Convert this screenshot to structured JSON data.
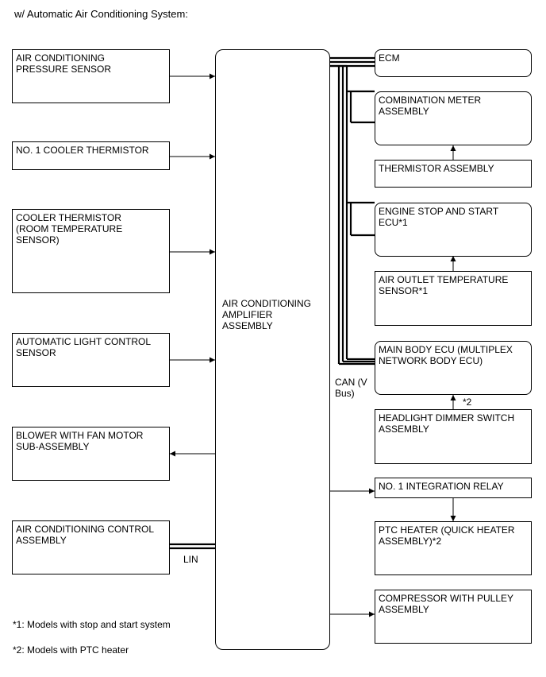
{
  "title": "w/ Automatic Air Conditioning System:",
  "center": {
    "label": "AIR CONDITIONING\nAMPLIFIER\nASSEMBLY"
  },
  "left_boxes": [
    {
      "id": "pressure-sensor",
      "label": "AIR CONDITIONING\nPRESSURE SENSOR"
    },
    {
      "id": "cooler-thermistor-1",
      "label": "NO. 1 COOLER THERMISTOR"
    },
    {
      "id": "room-temp-sensor",
      "label": "COOLER THERMISTOR\n(ROOM TEMPERATURE\nSENSOR)"
    },
    {
      "id": "light-control-sensor",
      "label": "AUTOMATIC LIGHT CONTROL\nSENSOR"
    },
    {
      "id": "blower-fan-motor",
      "label": "BLOWER WITH FAN MOTOR\nSUB-ASSEMBLY"
    },
    {
      "id": "ac-control-assembly",
      "label": "AIR CONDITIONING CONTROL\nASSEMBLY"
    }
  ],
  "right_boxes": [
    {
      "id": "ecm",
      "label": "ECM"
    },
    {
      "id": "combination-meter",
      "label": "COMBINATION METER\nASSEMBLY"
    },
    {
      "id": "thermistor-assembly",
      "label": "THERMISTOR ASSEMBLY"
    },
    {
      "id": "engine-stop-start-ecu",
      "label": "ENGINE STOP AND START\nECU*1"
    },
    {
      "id": "air-outlet-temp-sensor",
      "label": "AIR OUTLET TEMPERATURE\nSENSOR*1"
    },
    {
      "id": "main-body-ecu",
      "label": "MAIN BODY ECU (MULTIPLEX\nNETWORK BODY ECU)"
    },
    {
      "id": "headlight-dimmer-switch",
      "label": "HEADLIGHT DIMMER SWITCH\nASSEMBLY"
    },
    {
      "id": "integration-relay",
      "label": "NO. 1 INTEGRATION RELAY"
    },
    {
      "id": "ptc-heater",
      "label": "PTC HEATER (QUICK HEATER\nASSEMBLY)*2"
    },
    {
      "id": "compressor",
      "label": "COMPRESSOR WITH PULLEY\nASSEMBLY"
    }
  ],
  "bus_labels": {
    "can": "CAN (V\nBus)",
    "lin": "LIN",
    "ptc_note": "*2"
  },
  "footnotes": [
    "*1: Models with stop and start system",
    "*2: Models with PTC heater"
  ]
}
